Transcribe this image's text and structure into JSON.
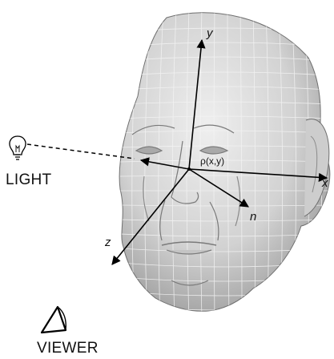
{
  "labels": {
    "light": "LIGHT",
    "viewer": "VIEWER",
    "x_axis": "x",
    "y_axis": "y",
    "z_axis": "z",
    "normal": "n",
    "point": "ρ(x,y)"
  },
  "icons": {
    "light": "light-bulb-icon",
    "viewer": "viewer-eye-cone-icon"
  },
  "colors": {
    "mesh_fill": "#d9d9d9",
    "mesh_lines": "#f4f4f4",
    "shadow": "#9a9a9a",
    "axis": "#000000"
  }
}
